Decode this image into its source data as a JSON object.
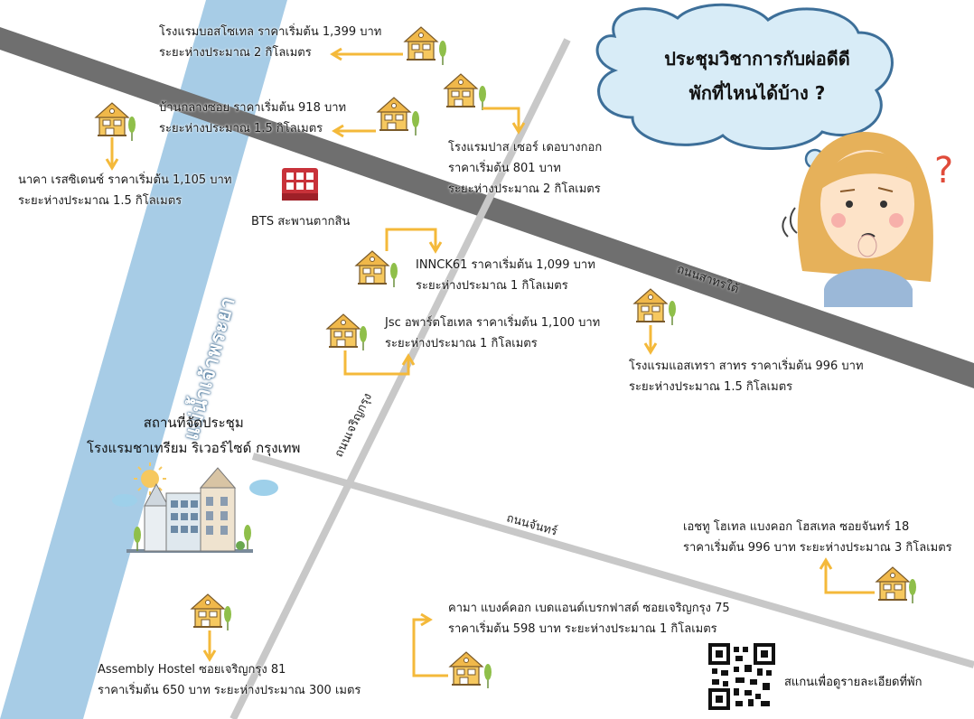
{
  "title": {
    "line1": "ประชุมวิชาการกับผ่อดีดี",
    "line2": "พักที่ไหนได้บ้าง ?"
  },
  "colors": {
    "river": "#a7cce6",
    "main_road": "#6f6f6f",
    "side_road": "#c8c8c8",
    "arrow": "#f4b93a",
    "cloud": "#d8ecf7",
    "cloud_stroke": "#3d6f99",
    "question_mark": "#e04b3a",
    "bts": "#c8323a"
  },
  "river": {
    "label": "แม่น้ำเจ้าพระยา"
  },
  "roads": {
    "sathorn": "ถนนสาทรใต้",
    "charoenkrung": "ถนนเจริญกรุง",
    "chan": "ถนนจันทร์"
  },
  "landmarks": {
    "bts": "BTS สะพานตากสิน"
  },
  "venue": {
    "line1": "สถานที่จัดประชุม",
    "line2": "โรงแรมชาเทรียม ริเวอร์ไซด์ กรุงเทพ"
  },
  "hotels": [
    {
      "line1": "โรงแรมบอสโซเทล ราคาเริ่มต้น 1,399 บาท",
      "line2": "ระยะห่างประมาณ 2 กิโลเมตร"
    },
    {
      "line1": "บ้านกลางซอย ราคาเริ่มต้น 918 บาท",
      "line2": "ระยะห่างประมาณ 1.5 กิโลเมตร"
    },
    {
      "line1": "นาคา เรสซิเดนซ์ ราคาเริ่มต้น 1,105 บาท",
      "line2": "ระยะห่างประมาณ 1.5 กิโลเมตร"
    },
    {
      "line1": "โรงแรมปาส เซอร์ เดอบางกอก",
      "line2": "ราคาเริ่มต้น 801 บาท",
      "line3": "ระยะห่างประมาณ 2 กิโลเมตร"
    },
    {
      "line1": "INNCK61 ราคาเริ่มต้น 1,099 บาท",
      "line2": "ระยะห่างประมาณ 1 กิโลเมตร"
    },
    {
      "line1": "Jsc อพาร์ตโฮเทล ราคาเริ่มต้น 1,100 บาท",
      "line2": "ระยะห่างประมาณ 1 กิโลเมตร"
    },
    {
      "line1": "โรงแรมแอสเทรา สาทร ราคาเริ่มต้น 996 บาท",
      "line2": "ระยะห่างประมาณ 1.5 กิโลเมตร"
    },
    {
      "line1": "เอชทู โฮเทล แบงคอก โฮสเทล  ซอยจันทร์ 18",
      "line2": "ราคาเริ่มต้น 996 บาท ระยะห่างประมาณ 3 กิโลเมตร"
    },
    {
      "line1": "คามา แบงค์คอก เบดแอนด์เบรกฟาสต์  ซอยเจริญกรุง 75",
      "line2": "ราคาเริ่มต้น 598 บาท ระยะห่างประมาณ 1 กิโลเมตร"
    },
    {
      "line1": "Assembly Hostel  ซอยเจริญกรุง 81",
      "line2": "ราคาเริ่มต้น 650 บาท  ระยะห่างประมาณ 300 เมตร"
    }
  ],
  "qr": {
    "label": "สแกนเพื่อดูรายละเอียดที่พัก"
  }
}
